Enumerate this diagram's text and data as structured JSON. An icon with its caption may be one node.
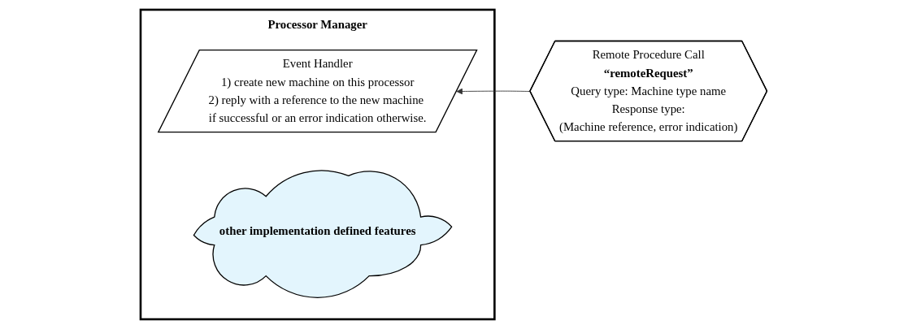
{
  "diagram": {
    "nodes": [
      {
        "text": [
          "Processor Manager"
        ]
      },
      {
        "text": [
          "Event Handler",
          "1) create new machine on this processor",
          "2) reply with a reference to the new machine if successful or an error indication otherwise."
        ],
        "in": 0
      },
      {
        "text": [
          "other implementation defined features"
        ],
        "in": 0
      },
      {
        "text": [
          "Remote Procedure Call",
          "“remoteRequest”",
          "Query type: Machine type name",
          "Response type:",
          "(Machine reference, error indication)"
        ]
      }
    ],
    "edges": [
      {
        "from": 3,
        "to": 1,
        "arrow": "to"
      }
    ]
  }
}
